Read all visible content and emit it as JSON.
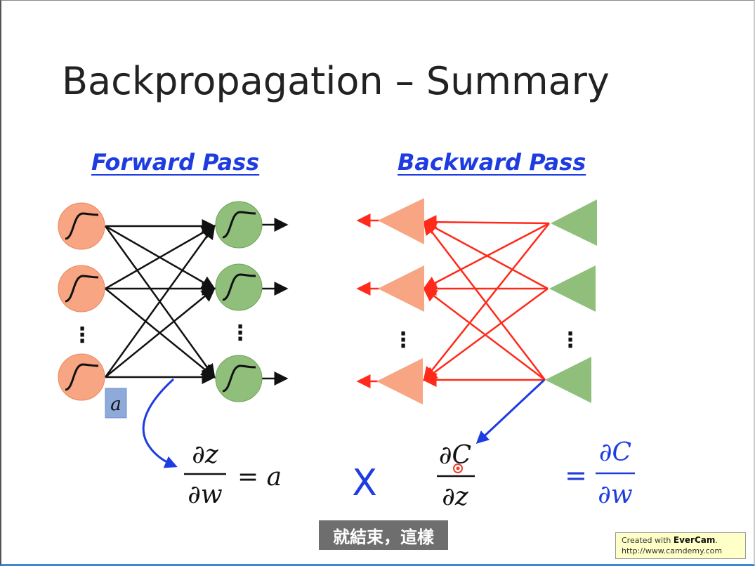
{
  "slide": {
    "title": "Backpropagation – Summary",
    "forward_title": "Forward Pass",
    "backward_title": "Backward Pass",
    "activation_label": "a",
    "formulas": {
      "dz_num": "∂z",
      "dw_den": "∂w",
      "eq_a": "= a",
      "times": "X",
      "dC_num": "∂C",
      "dz_den": "∂z",
      "equals": "=",
      "dC_num2": "∂C",
      "dw_den2": "∂w"
    },
    "ellipsis": "⋮"
  },
  "colors": {
    "orange": "#f7a582",
    "green": "#8fbf7a",
    "red_line": "#ff2a1a",
    "blue": "#1e3ce0"
  },
  "subtitle": "就結束，這樣",
  "watermark": {
    "prefix": "Created with ",
    "brand": "EverCam",
    "suffix": ".",
    "url": "http://www.camdemy.com"
  }
}
